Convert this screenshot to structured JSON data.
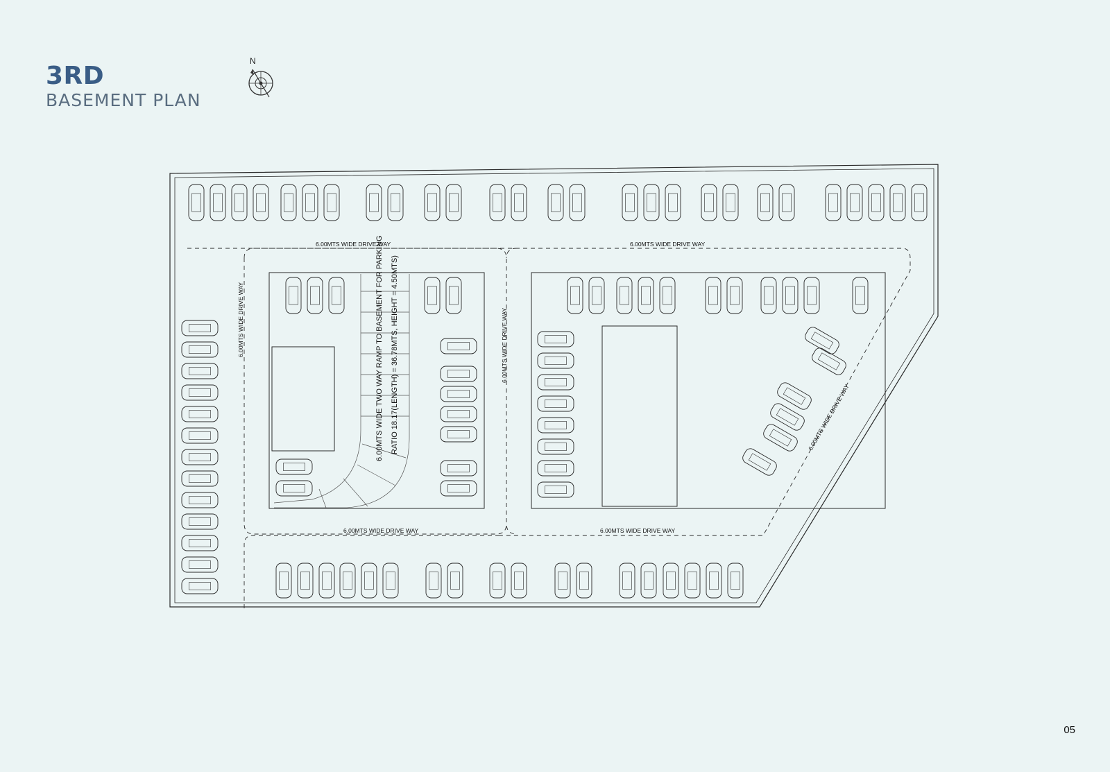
{
  "title": {
    "main": "3RD",
    "sub": "BASEMENT PLAN"
  },
  "compass": {
    "label": "N"
  },
  "plan_labels": {
    "drive_top_left": "6.00MTS WIDE DRIVE WAY",
    "drive_top_right": "6.00MTS WIDE DRIVE WAY",
    "drive_bottom_left": "6.00MTS WIDE DRIVE WAY",
    "drive_bottom_right": "6.00MTS WIDE DRIVE WAY",
    "drive_left_vertical": "6.00MTS WIDE DRIVE WAY",
    "drive_center_vertical": "6.00MTS WIDE DRIVE WAY",
    "drive_diagonal": "6.00MTS WIDE DRIVE WAY",
    "ramp_line1": "6.00MTS WIDE TWO WAY RAMP TO BASEMENT FOR PARKING",
    "ramp_line2": "RATIO 18.17(LENGTH) = 36.78MTS, HEIGHT = 4.50MTS)"
  },
  "page_number": "05",
  "colors": {
    "background": "#ebf4f4",
    "title_accent": "#3a5d86",
    "linework": "#2a2a2a"
  }
}
